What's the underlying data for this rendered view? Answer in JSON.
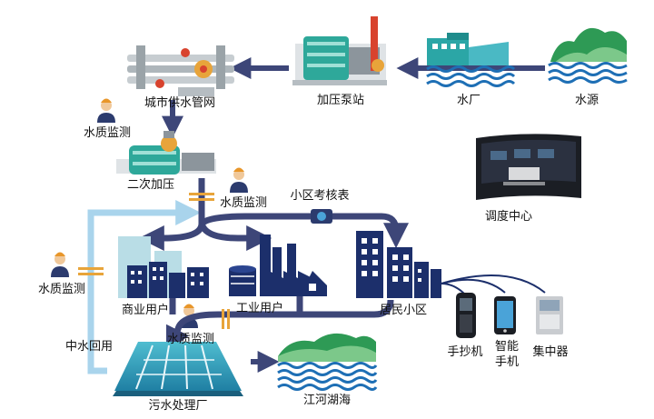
{
  "labels": {
    "water_source": "水源",
    "water_plant": "水厂",
    "pump_station": "加压泵站",
    "city_network": "城市供水管网",
    "quality_monitor_1": "水质监测",
    "secondary_pressure": "二次加压",
    "quality_monitor_2": "水质监测",
    "district_meter": "小区考核表",
    "dispatch_center": "调度中心",
    "quality_monitor_3": "水质监测",
    "commercial_users": "商业用户",
    "industrial_users": "工业用户",
    "residential": "居民小区",
    "reclaimed_water": "中水回用",
    "quality_monitor_4": "水质监测",
    "sewage_plant": "污水处理厂",
    "rivers_lakes_sea": "江河湖海",
    "handheld": "手抄机",
    "smart_phone_1": "智能",
    "smart_phone_2": "手机",
    "concentrator": "集中器"
  },
  "colors": {
    "pipe_dark": "#3d4678",
    "pipe_light": "#a9d4ec",
    "building_navy": "#1c2f6b",
    "building_light": "#b9dde6",
    "water_teal": "#33a9b0",
    "wave_blue": "#1e6fb5",
    "hill_green": "#2e9a55",
    "valve_orange": "#e8a43a",
    "person_orange": "#e8962a"
  }
}
